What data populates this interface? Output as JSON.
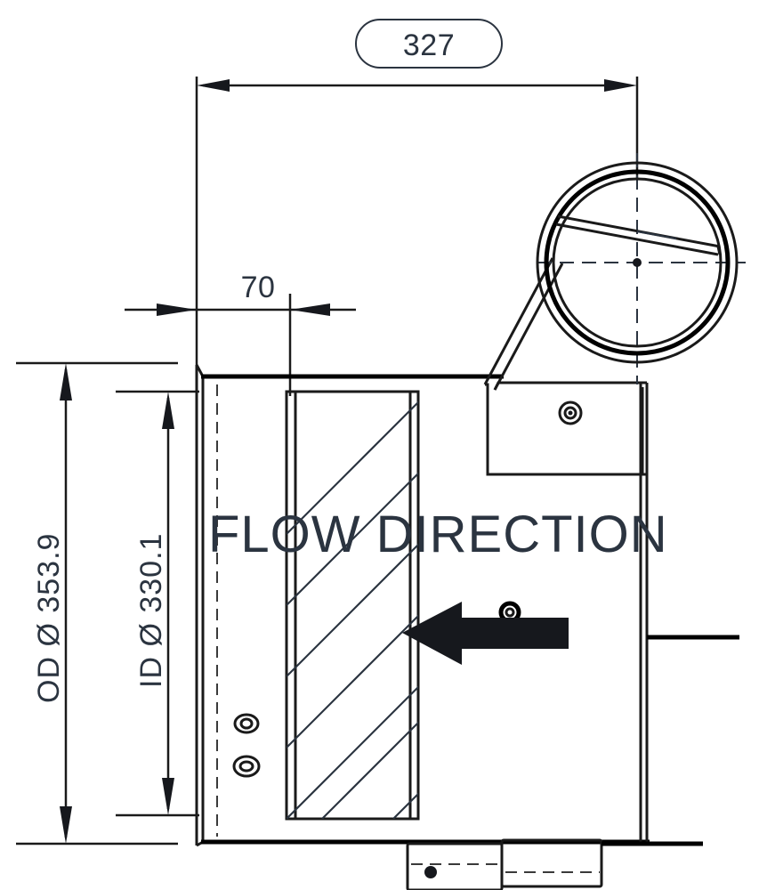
{
  "drawing": {
    "title": "Exhaust Silencer Side View Technical Drawing",
    "units": "mm",
    "background_color": "#ffffff",
    "line_color": "#1a1a1a",
    "text_color": "#2b3440"
  },
  "dimensions": {
    "overall_length": {
      "label": "327",
      "name": "overall-length-dimension",
      "orientation": "horizontal",
      "boxed": true,
      "box_shape": "stadium"
    },
    "inlet_offset": {
      "label": "70",
      "name": "inlet-offset-dimension",
      "orientation": "horizontal",
      "boxed": false
    },
    "outer_diameter": {
      "label": "OD Ø 353.9",
      "name": "outer-diameter-dimension",
      "orientation": "vertical",
      "boxed": false
    },
    "inner_diameter": {
      "label": "ID Ø 330.1",
      "name": "inner-diameter-dimension",
      "orientation": "vertical",
      "boxed": false
    }
  },
  "annotations": {
    "flow_direction_text": "FLOW DIRECTION",
    "flow_arrow_direction": "left"
  },
  "features": [
    {
      "name": "body-shell",
      "type": "outline"
    },
    {
      "name": "hatched-section",
      "type": "section-hatch"
    },
    {
      "name": "inlet-flange-circle",
      "type": "concentric-circles"
    },
    {
      "name": "angled-transition-plate",
      "type": "outline"
    },
    {
      "name": "mounting-bracket",
      "type": "hidden-detail"
    },
    {
      "name": "fastener-upper",
      "type": "bolt"
    },
    {
      "name": "fastener-lower",
      "type": "bolt"
    },
    {
      "name": "fastener-transition",
      "type": "bolt"
    },
    {
      "name": "fastener-flow",
      "type": "bolt"
    },
    {
      "name": "side-tab",
      "type": "flange-tab"
    }
  ]
}
